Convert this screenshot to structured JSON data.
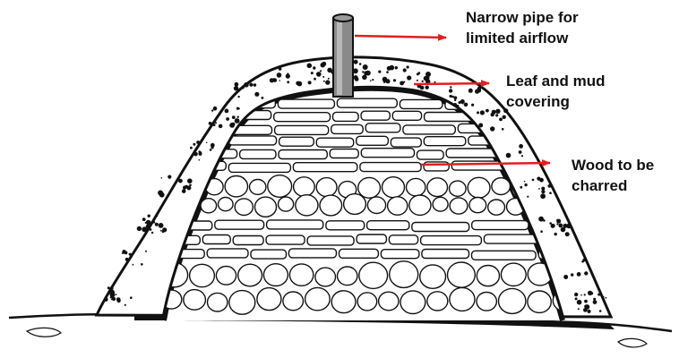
{
  "diagram": {
    "colors": {
      "arrow": "#e02020",
      "ink": "#111111",
      "pipe": "#8a8a8a",
      "background": "#ffffff"
    },
    "labels": [
      {
        "lines": [
          "Narrow pipe for",
          "limited airflow"
        ]
      },
      {
        "lines": [
          "Leaf and mud",
          "covering"
        ]
      },
      {
        "lines": [
          "Wood to be",
          "charred"
        ]
      }
    ]
  }
}
